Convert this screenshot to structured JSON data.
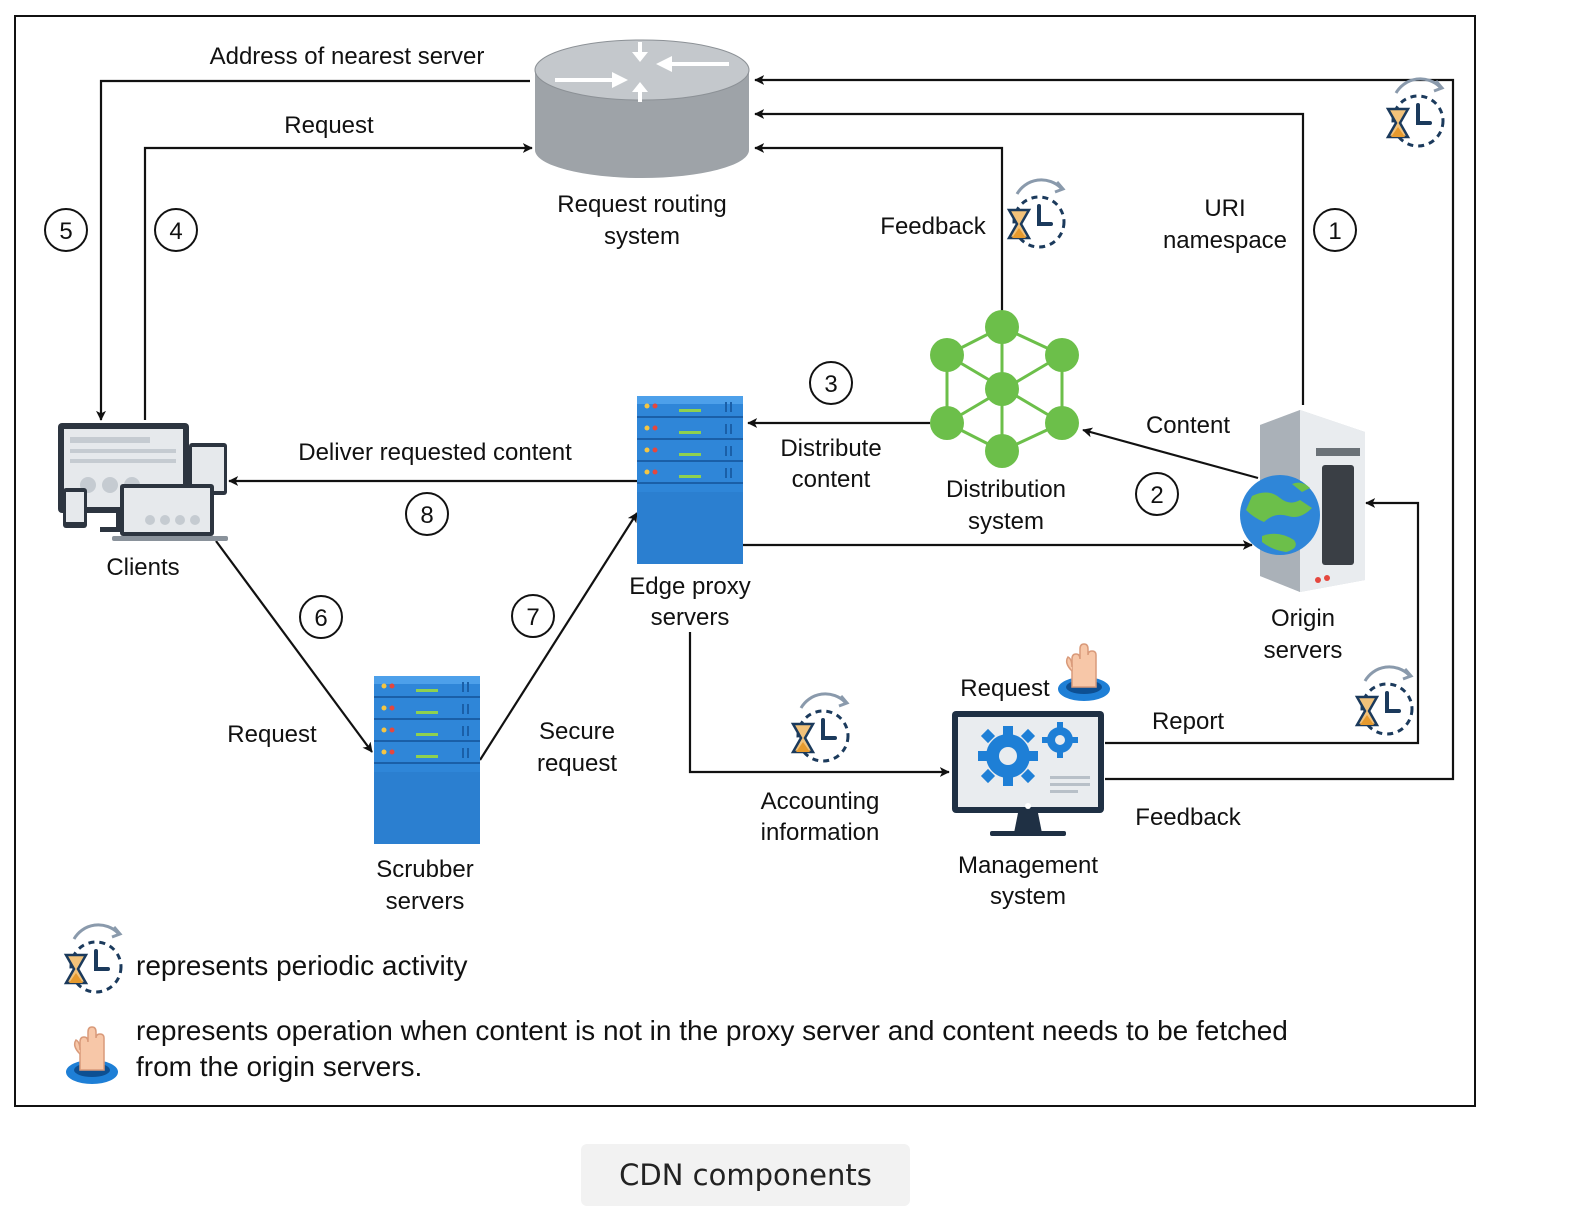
{
  "nodes": {
    "request_routing": [
      "Request routing",
      "system"
    ],
    "clients": "Clients",
    "edge_proxy": [
      "Edge proxy",
      "servers"
    ],
    "distribution": [
      "Distribution",
      "system"
    ],
    "origin": [
      "Origin",
      "servers"
    ],
    "scrubber": [
      "Scrubber",
      "servers"
    ],
    "management": [
      "Management",
      "system"
    ]
  },
  "edges": {
    "address_of_nearest_server": "Address of nearest server",
    "request_top": "Request",
    "feedback_distribution": "Feedback",
    "uri_namespace": [
      "URI",
      "namespace"
    ],
    "content": "Content",
    "distribute_content": [
      "Distribute",
      "content"
    ],
    "deliver_requested_content": "Deliver requested content",
    "request_scrubber": "Request",
    "secure_request": [
      "Secure",
      "request"
    ],
    "accounting_information": [
      "Accounting",
      "information"
    ],
    "request_management": "Request",
    "report": "Report",
    "feedback_management": "Feedback"
  },
  "steps": [
    "1",
    "2",
    "3",
    "4",
    "5",
    "6",
    "7",
    "8"
  ],
  "legend": {
    "periodic": "represents periodic activity",
    "on_demand": [
      "represents operation when content is not in the proxy server and content needs to be fetched",
      "from the origin servers."
    ]
  },
  "caption": "CDN components",
  "colors": {
    "server_blue": "#2f86d8",
    "node_green": "#6cbf4a",
    "stroke": "#111111",
    "clock_navy": "#1b3a5c",
    "hourglass": "#e69a2e"
  },
  "icons": [
    "router-icon",
    "clients-devices-icon",
    "server-rack-icon",
    "network-graph-icon",
    "origin-server-globe-icon",
    "monitor-gears-icon",
    "periodic-clock-icon",
    "raised-hand-icon"
  ]
}
